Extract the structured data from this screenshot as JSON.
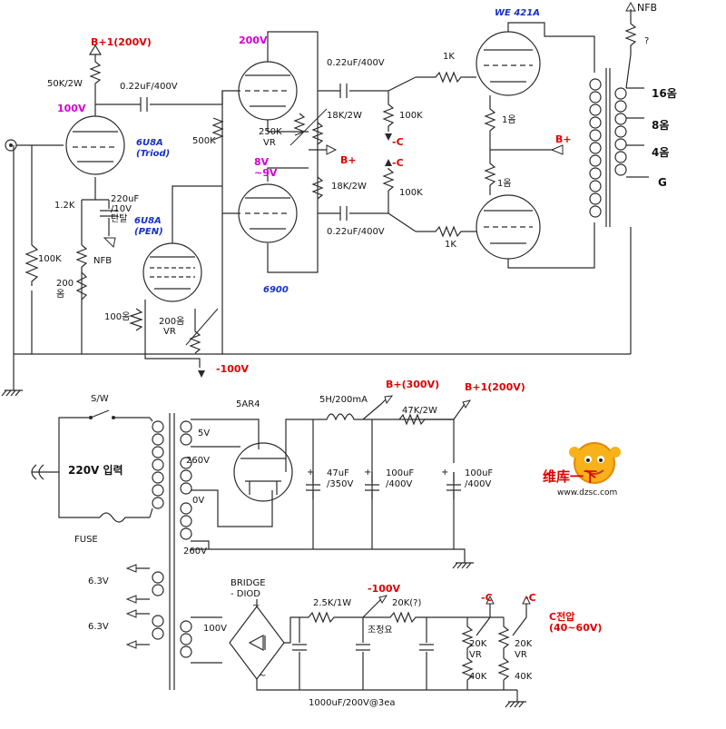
{
  "colors": {
    "wire": "#2a2a2a",
    "magenta": "#d400d4",
    "red": "#e00000",
    "blue": "#1630c8"
  },
  "amp": {
    "bplus1_top": "B+1(200V)",
    "r_50k": "50K/2W",
    "c_022_left": "0.22uF/400V",
    "v100": "100V",
    "v6u8a_triod": "6U8A",
    "triod": "(Triod)",
    "v200": "200V",
    "r_500k": "500K",
    "vr_250k": "250K",
    "vr_label": "VR",
    "r_18k_a": "18K/2W",
    "r_18k_b": "18K/2W",
    "bplus_mid": "B+",
    "v8v": "8V",
    "v9v": "~9V",
    "c_022_top": "0.22uF/400V",
    "c_022_bot": "0.22uF/400V",
    "r_100k_a": "100K",
    "r_100k_b": "100K",
    "neg_c_a": "-C",
    "neg_c_b": "-C",
    "r_1k_top": "1K",
    "r_1k_bot": "1K",
    "we421a": "WE 421A",
    "ohm_a": "1옴",
    "ohm_b": "1옴",
    "bplus_ot": "B+",
    "nfb_top": "NFB",
    "q": "?",
    "tap16": "16옴",
    "tap8": "8옴",
    "tap4": "4옴",
    "tapg": "G",
    "r_12k": "1.2K",
    "c_220": "220uF",
    "c_220b": "/10V",
    "c_220c": "탄탈",
    "v6u8a_pen": "6U8A",
    "pen": "(PEN)",
    "nfb_low": "NFB",
    "r_100k_left": "100K",
    "r_200_a": "200",
    "r_200_b": "옴",
    "r_100ohm": "100옴",
    "vr_200": "200옴",
    "vr_200b": "VR",
    "v6900": "6900",
    "neg100_low": "-100V"
  },
  "psu": {
    "sw": "S/W",
    "rect": "5AR4",
    "choke": "5H/200mA",
    "bplus300": "B+(300V)",
    "bplus1": "B+1(200V)",
    "r_47k": "47K/2W",
    "v5": "5V",
    "v260a": "260V",
    "v0": "0V",
    "v260b": "260V",
    "input": "220V 입력",
    "c47": "47uF",
    "c47b": "/350V",
    "c100a": "100uF",
    "c100ab": "/400V",
    "c100b": "100uF",
    "c100bb": "/400V",
    "fuse": "FUSE",
    "v63a": "6.3V",
    "v63b": "6.3V",
    "bridge": "BRIDGE",
    "diod": "- DIOD",
    "tilde_a": "~",
    "tilde_b": "~",
    "v100in": "100V",
    "r_25k": "2.5K/1W",
    "neg100": "-100V",
    "r_20k": "20K(?)",
    "adjust": "조정요",
    "negc_a": "-C",
    "negc_b": "-C",
    "cvolt": "C전압",
    "cvolt_range": "(40~60V)",
    "vr20k_a": "20K",
    "vr20k_a2": "VR",
    "vr20k_b": "20K",
    "vr20k_b2": "VR",
    "r40k_a": "40K",
    "r40k_b": "40K",
    "cap_note": "1000uF/200V@3ea",
    "plus": "+"
  },
  "watermark": {
    "brand": "维库一下",
    "url": "www.dzsc.com"
  }
}
